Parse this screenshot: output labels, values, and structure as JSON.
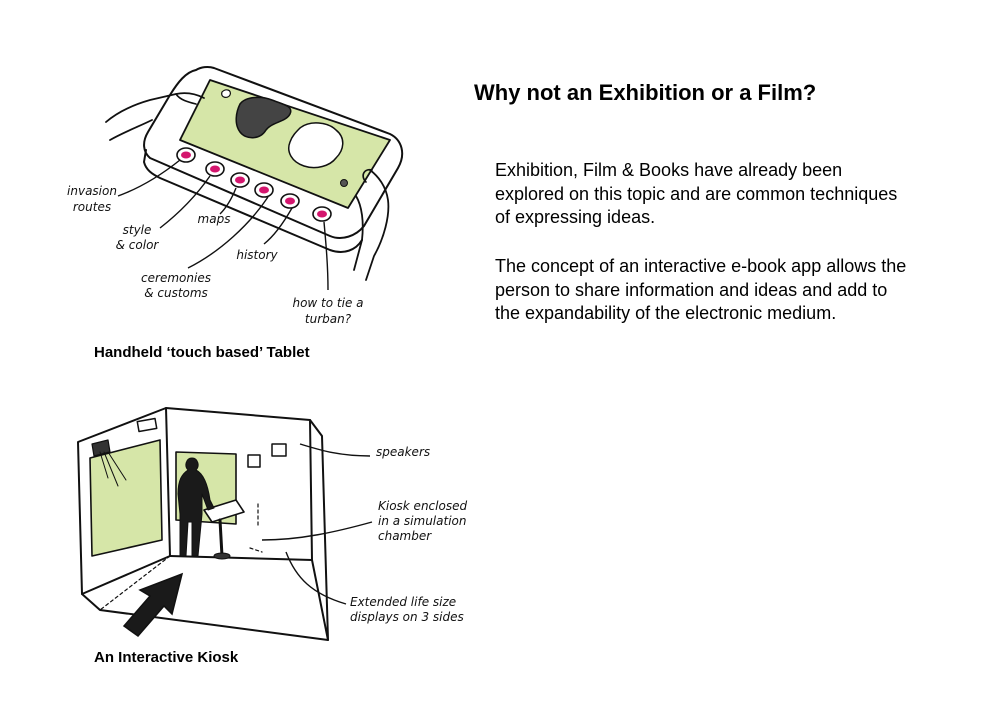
{
  "heading": "Why not an Exhibition or a Film?",
  "paragraph1": "Exhibition, Film & Books have already been explored on this topic and are common techniques of expressing ideas.",
  "paragraph2": "The concept of an interactive e-book app allows the person to share information and ideas and add to the expandability of the electronic medium.",
  "tablet": {
    "caption": "Handheld ‘touch based’ Tablet",
    "labels": {
      "invasion_1": "invasion",
      "invasion_2": "routes",
      "style_1": "style",
      "style_2": "& color",
      "maps": "maps",
      "history": "history",
      "ceremonies_1": "ceremonies",
      "ceremonies_2": "& customs",
      "turban_1": "how to tie a",
      "turban_2": "turban?"
    }
  },
  "kiosk": {
    "caption": "An Interactive Kiosk",
    "labels": {
      "speakers": "speakers",
      "enclosed_1": "Kiosk enclosed",
      "enclosed_2": "in a simulation",
      "enclosed_3": "chamber",
      "displays_1": "Extended life size",
      "displays_2": "displays on 3 sides"
    }
  },
  "colors": {
    "screen_green": "#d6e6a8",
    "button_pink": "#d4166e",
    "ink": "#111111"
  }
}
